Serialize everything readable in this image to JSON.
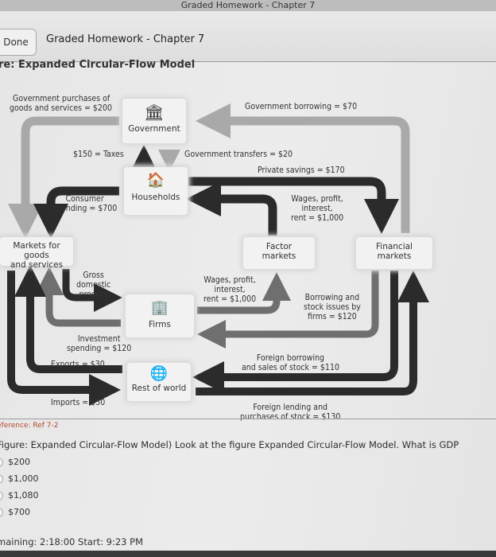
{
  "window": {
    "title": "Graded Homework - Chapter 7"
  },
  "navbar": {
    "done_label": "Done",
    "title": "Graded Homework - Chapter 7"
  },
  "figure": {
    "heading": "re: Expanded Circular-Flow Model",
    "nodes": {
      "government": "Government",
      "households": "Households",
      "markets_goods": [
        "Markets for goods",
        "and services"
      ],
      "factor_markets": [
        "Factor",
        "markets"
      ],
      "financial_markets": [
        "Financial",
        "markets"
      ],
      "firms": "Firms",
      "rest_of_world": "Rest of world"
    },
    "flows": {
      "gov_purchases": [
        "Government purchases of",
        "goods and services = $200"
      ],
      "gov_borrowing": "Government borrowing = $70",
      "taxes": "$150 = Taxes",
      "gov_transfers": "Government transfers = $20",
      "private_savings": "Private savings = $170",
      "consumer_spending": [
        "Consumer",
        "spending = $700"
      ],
      "wages_households": [
        "Wages, profit,",
        "interest,",
        "rent = $1,000"
      ],
      "gdp": [
        "Gross",
        "domestic",
        "product"
      ],
      "wages_firms": [
        "Wages, profit,",
        "interest,",
        "rent = $1,000"
      ],
      "firm_borrowing": [
        "Borrowing and",
        "stock issues by",
        "firms = $120"
      ],
      "investment": [
        "Investment",
        "spending = $120"
      ],
      "exports": "Exports = $30",
      "imports": "Imports = $50",
      "foreign_borrowing": [
        "Foreign borrowing",
        "and sales of stock = $110"
      ],
      "foreign_lending": [
        "Foreign lending and",
        "purchases of stock = $130"
      ]
    },
    "reference": "eference: Ref 7-2"
  },
  "question": {
    "text": "Figure: Expanded Circular-Flow Model) Look at the figure Expanded Circular-Flow Model. What is GDP",
    "options": [
      "$200",
      "$1,000",
      "$1,080",
      "$700"
    ]
  },
  "status": {
    "timer": "maining: 2:18:00 Start: 9:23 PM"
  },
  "colors": {
    "dark_arrow": "#2b2b2b",
    "mid_arrow": "#6f6f6f",
    "light_arrow": "#a9a9a9",
    "reference": "#b5462b"
  }
}
